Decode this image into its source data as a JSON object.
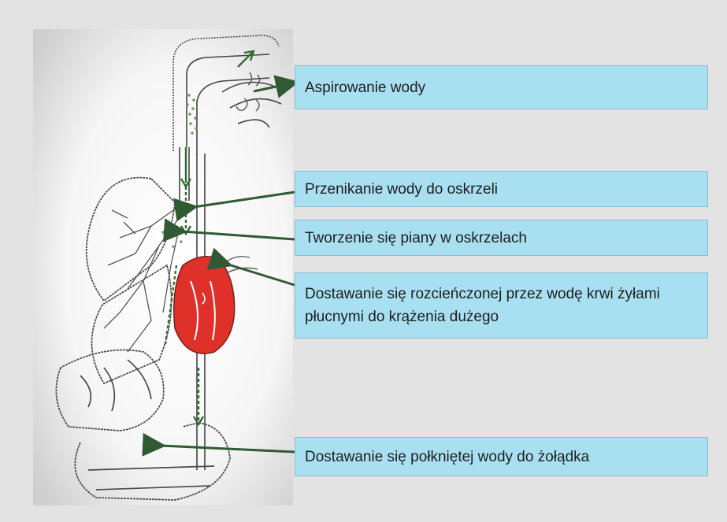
{
  "labels": {
    "aspiration": "Aspirowanie wody",
    "bronchi_penetration": "Przenikanie wody do oskrzeli",
    "foam_formation": "Tworzenie się piany w oskrzelach",
    "diluted_blood": "Dostawanie się rozcieńczonej przez wodę krwi żyłami płucnymi do krążenia dużego",
    "stomach_water": "Dostawanie się połkniętej wody do żołądka"
  },
  "colors": {
    "background": "#e3e3e3",
    "label_box": "#a8dff1",
    "arrow": "#2f5a34",
    "heart": "#e0302a",
    "sketch_line": "#4a4a4a"
  }
}
